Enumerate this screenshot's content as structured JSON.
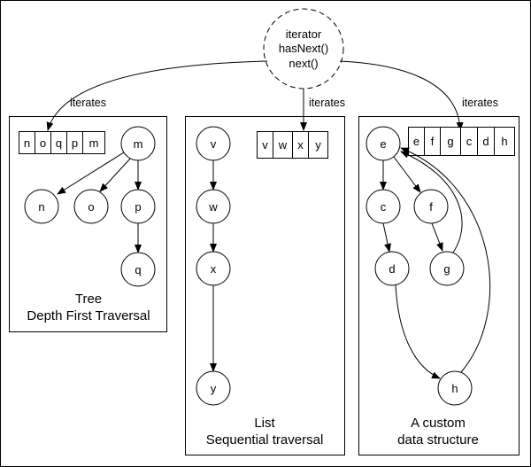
{
  "iterator": {
    "lines": [
      "iterator",
      "hasNext()",
      "next()"
    ]
  },
  "edge_label": "iterates",
  "panels": {
    "tree": {
      "caption": [
        "Tree",
        "Depth First Traversal"
      ],
      "order": [
        "n",
        "o",
        "q",
        "p",
        "m"
      ],
      "nodes": [
        "m",
        "n",
        "o",
        "p",
        "q"
      ]
    },
    "list": {
      "caption": [
        "List",
        "Sequential traversal"
      ],
      "order": [
        "v",
        "w",
        "x",
        "y"
      ],
      "nodes": [
        "v",
        "w",
        "x",
        "y"
      ]
    },
    "custom": {
      "caption": [
        "A custom",
        "data structure"
      ],
      "order": [
        "e",
        "f",
        "g",
        "c",
        "d",
        "h"
      ],
      "nodes": [
        "e",
        "c",
        "f",
        "d",
        "g",
        "h"
      ]
    }
  }
}
